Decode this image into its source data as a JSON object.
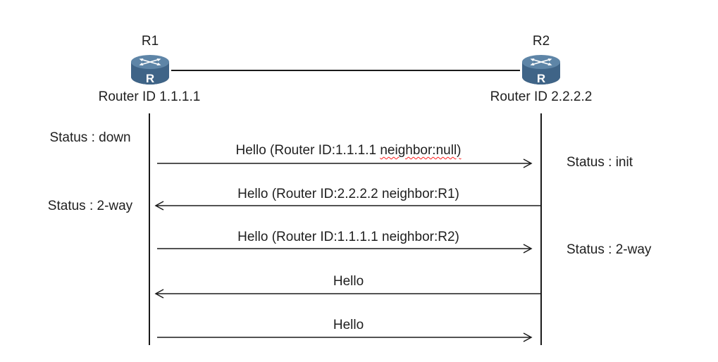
{
  "diagram": {
    "routers": [
      {
        "name": "R1",
        "router_id": "Router ID 1.1.1.1",
        "icon_letter": "R"
      },
      {
        "name": "R2",
        "router_id": "Router ID 2.2.2.2",
        "icon_letter": "R"
      }
    ],
    "left_statuses": [
      {
        "label": "Status : down"
      },
      {
        "label": "Status : 2-way"
      }
    ],
    "right_statuses": [
      {
        "label": "Status : init"
      },
      {
        "label": "Status : 2-way"
      }
    ],
    "messages": [
      {
        "text": "Hello (Router ID:1.1.1.1 ",
        "misspelled": "neighbor:null)",
        "direction": "right"
      },
      {
        "text": "Hello (Router ID:2.2.2.2 neighbor:R1)",
        "misspelled": "",
        "direction": "left"
      },
      {
        "text": "Hello (Router ID:1.1.1.1 neighbor:R2)",
        "misspelled": "",
        "direction": "right"
      },
      {
        "text": "Hello",
        "misspelled": "",
        "direction": "left"
      },
      {
        "text": "Hello",
        "misspelled": "",
        "direction": "right"
      }
    ],
    "colors": {
      "line": "#1a1a1a",
      "text": "#1f1f1f",
      "squiggle": "#ff1f1f",
      "router_top": "#5e85a7",
      "router_body": "#3f6487",
      "router_base": "#223f5b"
    }
  }
}
